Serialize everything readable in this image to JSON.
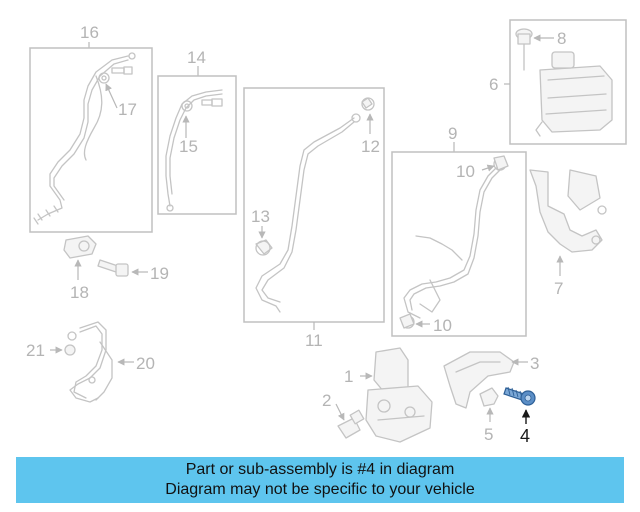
{
  "callouts": {
    "n1": "1",
    "n2": "2",
    "n3": "3",
    "n4": "4",
    "n5": "5",
    "n6": "6",
    "n7": "7",
    "n8": "8",
    "n9": "9",
    "n10a": "10",
    "n10b": "10",
    "n11": "11",
    "n12": "12",
    "n13": "13",
    "n14": "14",
    "n15": "15",
    "n16": "16",
    "n17": "17",
    "n18": "18",
    "n19": "19",
    "n20": "20",
    "n21": "21"
  },
  "highlighted_part": "4",
  "colors": {
    "banner": "#5ec5ee",
    "highlight_part": "#3a6fa8",
    "line_art": "#c4c4c4"
  },
  "banner": {
    "line1": "Part or sub-assembly is #4 in diagram",
    "line2": "Diagram may not be specific to your vehicle"
  }
}
